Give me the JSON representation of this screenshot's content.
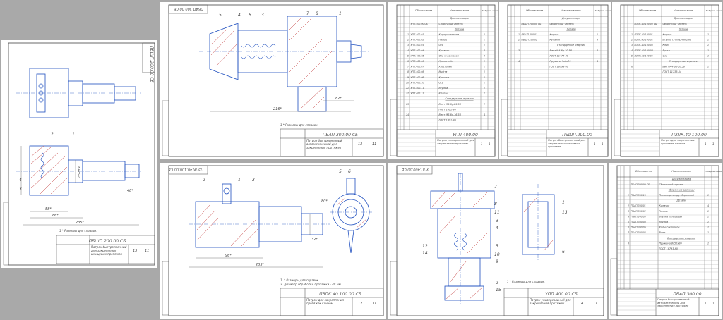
{
  "sheets": {
    "s1": {
      "stamp": "ПБШП.200.00 СБ",
      "title": "Патрон быстросменный для закрепления шлицевых протяжек",
      "note": "1 * Размеры для справок.",
      "sheet_no": "13",
      "sheets_total": "11",
      "dims": {
        "length": "235*",
        "len2": "86*",
        "len3": "58*",
        "dia": "Ø52h9",
        "d2": "48*"
      },
      "labels": [
        "2",
        "1",
        "4",
        "3"
      ]
    },
    "s2": {
      "stamp": "ПБАП.300.00 СБ",
      "title": "Патрон быстросменный автоматический для закрепления протяжек",
      "note": "1 * Размеры для справок.",
      "sheet_no": "13",
      "sheets_total": "11",
      "dims": {
        "length": "216*",
        "d2": "82*"
      },
      "labels": [
        "5",
        "4",
        "6",
        "3",
        "7",
        "8",
        "1"
      ]
    },
    "s3": {
      "stamp": "УПП.400.00",
      "title": "Патрон универсальный для закрепления протяжек",
      "header": {
        "format": "Формат",
        "zone": "Зона",
        "pos": "Поз.",
        "designation": "Обозначение",
        "name": "Наименование",
        "qty": "Кол.",
        "note": "Приме-чание"
      },
      "rows": [
        {
          "pos": "",
          "des": "",
          "name": "Документация",
          "qty": ""
        },
        {
          "pos": "",
          "des": "УПП.400.00 СБ",
          "name": "Сборочный чертеж",
          "qty": ""
        },
        {
          "pos": "",
          "des": "",
          "name": "Детали",
          "qty": ""
        },
        {
          "pos": "1",
          "des": "УПП.400.01",
          "name": "Корпус патрона",
          "qty": "1"
        },
        {
          "pos": "2",
          "des": "УПП.400.02",
          "name": "Палец",
          "qty": "1"
        },
        {
          "pos": "3",
          "des": "УПП.400.03",
          "name": "Ось",
          "qty": "1"
        },
        {
          "pos": "4",
          "des": "УПП.400.04",
          "name": "Кулачок",
          "qty": "2"
        },
        {
          "pos": "5",
          "des": "УПП.400.05",
          "name": "Ось кулачковая",
          "qty": "2"
        },
        {
          "pos": "6",
          "des": "УПП.400.06",
          "name": "Кронштейн",
          "qty": "1"
        },
        {
          "pos": "7",
          "des": "УПП.400.07",
          "name": "Хвостовик",
          "qty": "1"
        },
        {
          "pos": "8",
          "des": "УПП.400.08",
          "name": "Муфта",
          "qty": "1"
        },
        {
          "pos": "9",
          "des": "УПП.400.09",
          "name": "Крышка",
          "qty": "1"
        },
        {
          "pos": "10",
          "des": "УПП.400.10",
          "name": "Ось",
          "qty": "2"
        },
        {
          "pos": "11",
          "des": "УПП.400.11",
          "name": "Втулка",
          "qty": "1"
        },
        {
          "pos": "12",
          "des": "УПП.400.12",
          "name": "Клапан",
          "qty": "1"
        },
        {
          "pos": "",
          "des": "",
          "name": "Стандартные изделия",
          "qty": ""
        },
        {
          "pos": "13",
          "des": "",
          "name": "Винт М5-6g-25.58",
          "qty": "2"
        },
        {
          "pos": "",
          "des": "",
          "name": "ГОСТ 1491-80",
          "qty": ""
        },
        {
          "pos": "14",
          "des": "",
          "name": "Винт М6-6g-16.58",
          "qty": "4"
        },
        {
          "pos": "",
          "des": "",
          "name": "ГОСТ 1491-80",
          "qty": ""
        }
      ],
      "sheet_no": "1",
      "sheets_total": "1"
    },
    "s4": {
      "stamp": "ПБШП.200.00",
      "title": "Патрон быстросменный для закрепления шлицевых протяжек",
      "rows": [
        {
          "pos": "",
          "des": "",
          "name": "Документация",
          "qty": ""
        },
        {
          "pos": "",
          "des": "ПБШП.200.00 СБ",
          "name": "Сборочный чертеж",
          "qty": ""
        },
        {
          "pos": "",
          "des": "",
          "name": "Детали",
          "qty": ""
        },
        {
          "pos": "1",
          "des": "ПБШП.200.01",
          "name": "Корпус",
          "qty": "1"
        },
        {
          "pos": "2",
          "des": "ПБШП.200.02",
          "name": "Кулачок",
          "qty": "4"
        },
        {
          "pos": "",
          "des": "",
          "name": "Стандартные изделия",
          "qty": ""
        },
        {
          "pos": "3",
          "des": "",
          "name": "Винт М4-6g-10.58",
          "qty": "4"
        },
        {
          "pos": "",
          "des": "",
          "name": "ГОСТ 11474-80",
          "qty": ""
        },
        {
          "pos": "4",
          "des": "",
          "name": "Пружина 3х6х25",
          "qty": "4"
        },
        {
          "pos": "",
          "des": "",
          "name": "ГОСТ 18793-80",
          "qty": ""
        }
      ],
      "sheet_no": "1",
      "sheets_total": "1"
    },
    "s5": {
      "stamp": "ПЗПК.40.100.00",
      "title": "Патрон для закрепления протяжек клином",
      "rows": [
        {
          "pos": "",
          "des": "",
          "name": "Документация",
          "qty": ""
        },
        {
          "pos": "",
          "des": "ПЗПК.40.100.00 СБ",
          "name": "Сборочный чертеж",
          "qty": ""
        },
        {
          "pos": "",
          "des": "",
          "name": "Детали",
          "qty": ""
        },
        {
          "pos": "1",
          "des": "ПЗПК.40.100.01",
          "name": "Корпус",
          "qty": "1"
        },
        {
          "pos": "2",
          "des": "ПЗПК.40.100.02",
          "name": "Втулка стопорная 2х6",
          "qty": "1"
        },
        {
          "pos": "3",
          "des": "ПЗПК.40.100.03",
          "name": "Клин",
          "qty": "1"
        },
        {
          "pos": "4",
          "des": "ПЗПК.40.100.04",
          "name": "Ручка",
          "qty": "1"
        },
        {
          "pos": "5",
          "des": "ПЗПК.40.100.05",
          "name": "Ось",
          "qty": "1"
        },
        {
          "pos": "",
          "des": "",
          "name": "Стандартные изделия",
          "qty": ""
        },
        {
          "pos": "6",
          "des": "",
          "name": "Винт М4-6g-20.58",
          "qty": "1"
        },
        {
          "pos": "",
          "des": "",
          "name": "ГОСТ 11738-84",
          "qty": ""
        }
      ],
      "sheet_no": "1",
      "sheets_total": "1"
    },
    "s6": {
      "stamp": "ПЗПК.40.100.00 СБ",
      "title": "Патрон для закрепления протяжек клином",
      "note1": "1. * Размеры для справок.",
      "note2": "2. Диаметр обработки протяжки - 40 мм.",
      "sheet_no": "12",
      "sheets_total": "11",
      "dims": {
        "length": "235*",
        "len2": "96*",
        "d": "80*",
        "d2": "32*"
      },
      "labels": [
        "2",
        "1",
        "3",
        "5",
        "6"
      ]
    },
    "s7": {
      "stamp": "УПП.400.00 СБ",
      "title": "Патрон универсальный для закрепления протяжек",
      "note": "1 * Размеры для справок.",
      "sheet_no": "14",
      "sheets_total": "11",
      "labels": [
        "7",
        "8",
        "11",
        "3",
        "4",
        "5",
        "10",
        "9",
        "12",
        "14",
        "2",
        "15",
        "1",
        "13",
        "6"
      ]
    },
    "s8": {
      "stamp": "ПБАП.300.00",
      "title": "Патрон быстросменный автоматический для закрепления протяжек",
      "rows": [
        {
          "pos": "",
          "des": "",
          "name": "Документация",
          "qty": ""
        },
        {
          "pos": "",
          "des": "ПБАП.300.00 СБ",
          "name": "Сборочный чертеж",
          "qty": ""
        },
        {
          "pos": "",
          "des": "",
          "name": "Сборочные единицы",
          "qty": ""
        },
        {
          "pos": "1",
          "des": "ПБАП.300.10",
          "name": "Пневмоцилиндр сборочный",
          "qty": "1"
        },
        {
          "pos": "",
          "des": "",
          "name": "Детали",
          "qty": ""
        },
        {
          "pos": "2",
          "des": "ПБАП.300.01",
          "name": "Кулачок",
          "qty": "4"
        },
        {
          "pos": "3",
          "des": "ПБАП.300.02",
          "name": "Гильза",
          "qty": "1"
        },
        {
          "pos": "4",
          "des": "ПБАП.300.03",
          "name": "Втулка пальцевая",
          "qty": "1"
        },
        {
          "pos": "5",
          "des": "ПБАП.300.04",
          "name": "Втулка",
          "qty": "1"
        },
        {
          "pos": "6",
          "des": "ПБАП.300.05",
          "name": "Кольцо упорное",
          "qty": "1"
        },
        {
          "pos": "7",
          "des": "ПБАП.300.06",
          "name": "Винт",
          "qty": "1"
        },
        {
          "pos": "",
          "des": "",
          "name": "Стандартные изделия",
          "qty": ""
        },
        {
          "pos": "8",
          "des": "",
          "name": "Пружина 8х50х20",
          "qty": "1"
        },
        {
          "pos": "",
          "des": "",
          "name": "ГОСТ 18793-80",
          "qty": ""
        }
      ],
      "sheet_no": "1",
      "sheets_total": "1"
    }
  },
  "colors": {
    "paper": "#ffffff",
    "frame": "#4a4a4a",
    "drawing": "#1f4fbf",
    "hatch": "#c23a3a",
    "background": "#a9a9a9"
  }
}
